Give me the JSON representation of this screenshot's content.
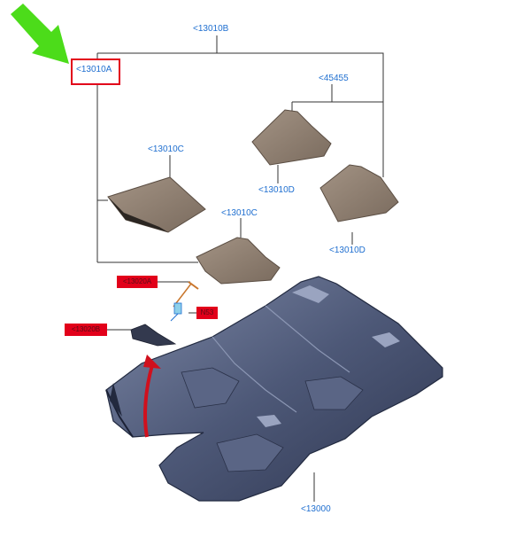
{
  "diagram": {
    "parts": {
      "floor_carpet": "<13000",
      "carpet_assembly": "<13010B",
      "front_mat_set": "<13010A",
      "front_mat_left": "<13010C",
      "front_mat_right": "<13010C",
      "rear_mat_set": "<45455",
      "rear_mat_left": "<13010D",
      "rear_mat_right": "<13010D"
    },
    "redacted_labels": {
      "clip": "<13020A",
      "fastener": "<13020B",
      "pin": "N53"
    },
    "colors": {
      "callout_text": "#1f6fd0",
      "highlight_box": "#e2001a",
      "pointer_arrow": "#4cdc1a",
      "carpet": "#3e4a68",
      "mat": "#8a7b6e"
    },
    "icons": {
      "pointer": "green-arrow-icon",
      "direction": "red-curved-arrow-icon"
    }
  }
}
